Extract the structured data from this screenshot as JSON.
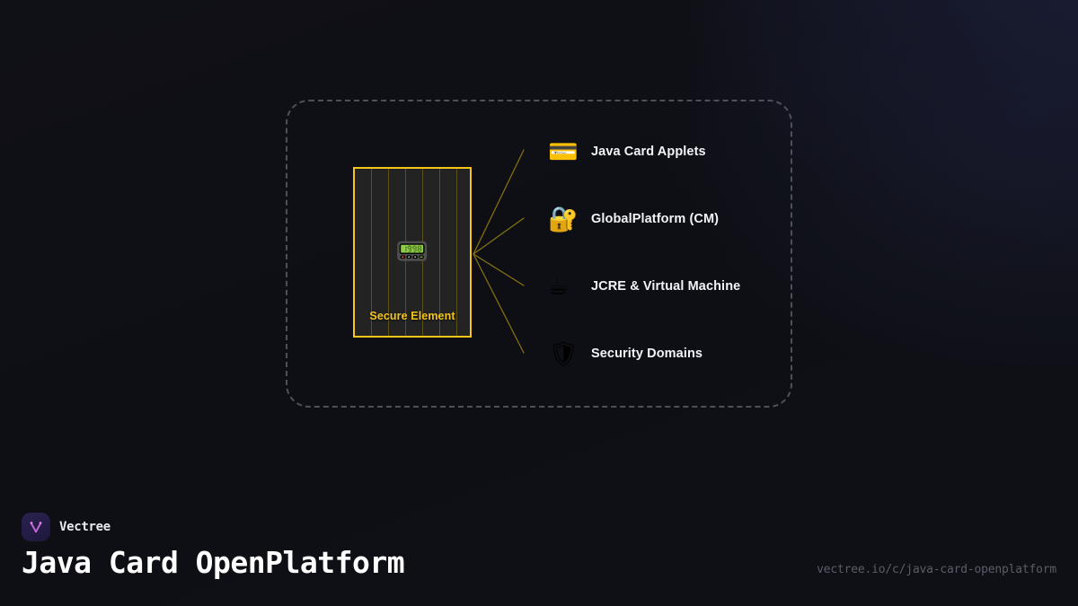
{
  "background": {
    "base_color": "#0f1016",
    "glow_color": "#1d2039"
  },
  "diagram": {
    "frame": {
      "border_color": "#4d5058",
      "style": "dashed"
    },
    "secure_element": {
      "label": "Secure Element",
      "icon": "pager-icon",
      "icon_glyph": "📟",
      "accent_color": "#f5c518",
      "fill_color": "#232323"
    },
    "connector_color": "#8a7410",
    "nodes": [
      {
        "icon_name": "credit-card-icon",
        "icon_glyph": "💳",
        "label": "Java Card Applets"
      },
      {
        "icon_name": "locked-with-key-icon",
        "icon_glyph": "🔐",
        "label": "GlobalPlatform (CM)"
      },
      {
        "icon_name": "hot-beverage-icon",
        "icon_glyph": "☕",
        "label": "JCRE & Virtual Machine"
      },
      {
        "icon_name": "shield-icon",
        "icon_glyph": "🛡",
        "label": "Security Domains"
      }
    ]
  },
  "footer": {
    "brand_name": "Vectree",
    "logo_name": "vectree-logo-icon",
    "logo_accent": "#c96bdd",
    "title": "Java Card OpenPlatform",
    "url": "vectree.io/c/java-card-openplatform"
  }
}
